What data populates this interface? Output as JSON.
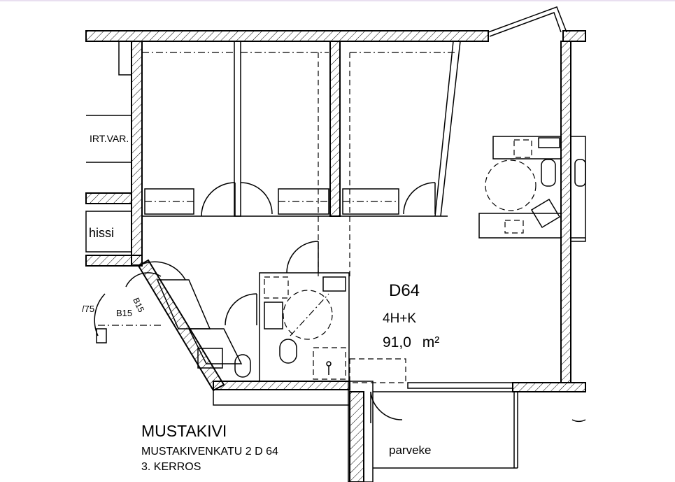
{
  "apartment": {
    "id": "D64",
    "type": "4H+K",
    "area": "91,0",
    "unit": "m²"
  },
  "labels": {
    "storage": "IRT.VAR.",
    "elevator": "hissi",
    "balcony": "parveke",
    "fire_door_1": "B15",
    "fire_door_2": "B15",
    "edge_code": "/75"
  },
  "building": {
    "name": "MUSTAKIVI",
    "address": "MUSTAKIVENKATU 2 D 64",
    "floor": "3. KERROS"
  },
  "colors": {
    "line": "#000000",
    "background": "#ffffff",
    "frame_top": "#e9dff0"
  }
}
